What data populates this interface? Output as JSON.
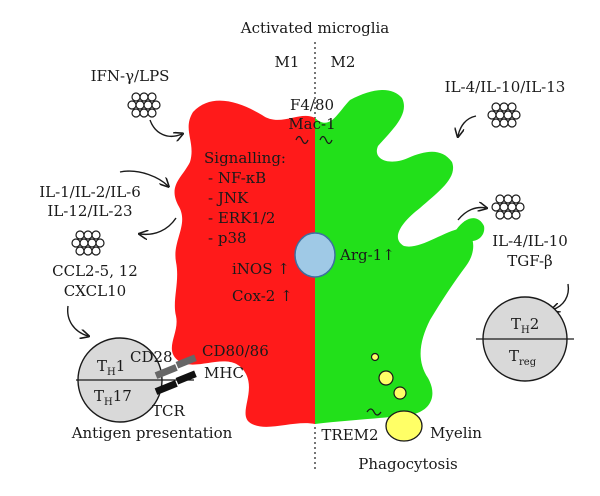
{
  "title": "Activated microglia",
  "m1_label": "M1",
  "m2_label": "M2",
  "markers": [
    "F4/80",
    "Mac-1"
  ],
  "m1_stimulus": "IFN-γ/LPS",
  "m2_stimulus": "IL-4/IL-10/IL-13",
  "m1_cytokines": [
    "IL-1/IL-2/IL-6",
    "IL-12/IL-23"
  ],
  "m1_chemokines": [
    "CCL2-5, 12",
    "CXCL10"
  ],
  "signalling": {
    "heading": "Signalling:",
    "items": [
      "- NF-κB",
      "- JNK",
      "- ERK1/2",
      "- p38"
    ]
  },
  "m1_enzymes": [
    "iNOS ↑",
    "Cox-2 ↑"
  ],
  "m2_enzyme": "Arg-1↑",
  "m2_output": [
    "IL-4/IL-10",
    "TGF-β"
  ],
  "costim": [
    "CD80/86",
    "MHC"
  ],
  "t_receptors": [
    "CD28",
    "TCR"
  ],
  "t_cell_m1": {
    "top": "T",
    "top_sub": "H",
    "top_num": "1",
    "bottom": "T",
    "bottom_sub": "H",
    "bottom_num": "17"
  },
  "t_cell_m2": {
    "top": "T",
    "top_sub": "H",
    "top_num": "2",
    "bottom": "T",
    "bottom_sub": "reg",
    "bottom_num": ""
  },
  "antigen_presentation": "Antigen presentation",
  "trem2": "TREM2",
  "myelin": "Myelin",
  "phagocytosis": "Phagocytosis",
  "colors": {
    "m1": "#ff1a1a",
    "m2": "#22e01a",
    "nucleus": "#9fc9e6",
    "tcell": "#d9d9d9",
    "myelin": "#ffff66"
  }
}
